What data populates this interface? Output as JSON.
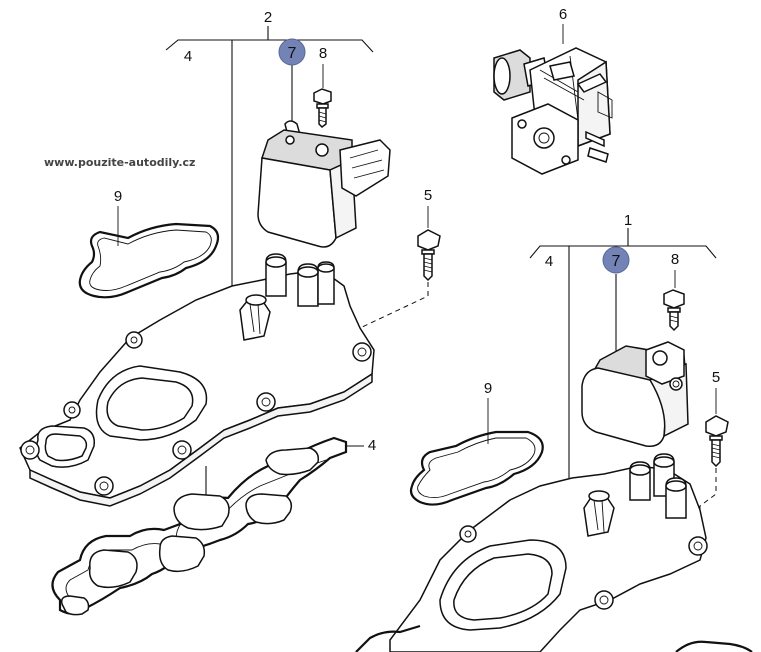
{
  "watermark": "www.pouzite-autodily.cz",
  "left_assembly": {
    "group_label": "2",
    "bracket_left_label": "4",
    "callout_highlight": "7",
    "bolt_label": "8",
    "gasket_label": "9",
    "side_bolt_label": "5",
    "manifold_gasket_label": "4"
  },
  "top_right_part": {
    "label": "6"
  },
  "right_assembly": {
    "group_label": "1",
    "bracket_left_label": "4",
    "callout_highlight": "7",
    "bolt_label": "8",
    "gasket_label": "9",
    "side_bolt_label": "5"
  },
  "colors": {
    "callout_fill": "#7483b6",
    "line": "#111111",
    "background": "#ffffff"
  }
}
